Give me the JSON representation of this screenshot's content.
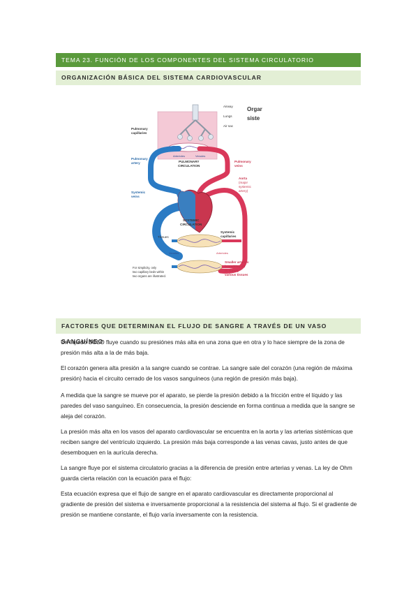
{
  "header": {
    "title": "TEMA 23. FUNCIÓN DE LOS COMPONENTES DEL SISTEMA CIRCULATORIO",
    "section1": "ORGANIZACIÓN BÁSICA DEL SISTEMA CARDIOVASCULAR",
    "section2": "FACTORES QUE DETERMINAN EL FLUJO DE SANGRE A TRAVÉS DE UN VASO SANGUÍNEO"
  },
  "figure": {
    "side_title_1": "Orgar",
    "side_title_2": "siste",
    "labels": {
      "airway": "Airway",
      "lungs": "Lungs",
      "air_sac": "Air sac",
      "pulmonary_capillaries_1": "Pulmonary",
      "pulmonary_capillaries_2": "capillaries",
      "arterioles_top": "Arterioles",
      "venules_top": "Venules",
      "pulmonary_circulation_1": "PULMONARY",
      "pulmonary_circulation_2": "CIRCULATION",
      "pulmonary_artery_1": "Pulmonary",
      "pulmonary_artery_2": "artery",
      "pulmonary_veins_1": "Pulmonary",
      "pulmonary_veins_2": "veins",
      "aorta_1": "Aorta",
      "aorta_2": "(major",
      "aorta_3": "systemic",
      "aorta_4": "artery)",
      "systemic_veins_1": "Systemic",
      "systemic_veins_2": "veins",
      "systemic_circulation_1": "SYSTEMIC",
      "systemic_circulation_2": "CIRCULATION",
      "tissues": "Tissues",
      "systemic_capillaries_1": "Systemic",
      "systemic_capillaries_2": "capillaries",
      "venules_bottom": "Venules",
      "arterioles_bottom": "Arterioles",
      "note_1": "For simplicity, only",
      "note_2": "two capillary beds within",
      "note_3": "two organs are illustrated.",
      "smaller_1": "Smaller arteries",
      "smaller_2": "branching off",
      "smaller_3": "to supply",
      "smaller_4": "various tissues"
    }
  },
  "paragraphs": {
    "p1": "Un líquido SOLO fluye cuando su presiónes más alta en una zona que en otra y lo hace siempre de la zona de presión más alta a la de más baja.",
    "p2": "El corazón genera alta presión a la sangre cuando se contrae. La sangre sale del corazón (una región de máxima presión) hacia el circuito cerrado de los vasos sanguíneos (una región de presión más baja).",
    "p3": "A medida que la sangre se mueve por el aparato, se pierde la presión debido a la fricción entre el líquido y las paredes del vaso sanguíneo. En consecuencia, la presión desciende en forma continua a medida que la sangre se aleja del corazón.",
    "p4": "La presión más alta en los vasos del aparato cardiovascular se encuentra en la aorta y las arterias sistémicas que reciben sangre del ventrículo izquierdo. La presión más baja corresponde a las venas cavas, justo antes de que desemboquen en la aurícula derecha.",
    "p5": "La sangre fluye por el sistema circulatorio gracias a la diferencia de presión entre arterias y venas. La ley de Ohm guarda cierta relación con la ecuación para el flujo:",
    "p6": "Esta ecuación expresa que el flujo de sangre en el aparato cardiovascular es directamente proporcional al gradiente de presión del sistema e inversamente proporcional a la resistencia del sistema al flujo. Si el gradiente de presión se mantiene constante, el flujo varía inversamente con la resistencia."
  }
}
